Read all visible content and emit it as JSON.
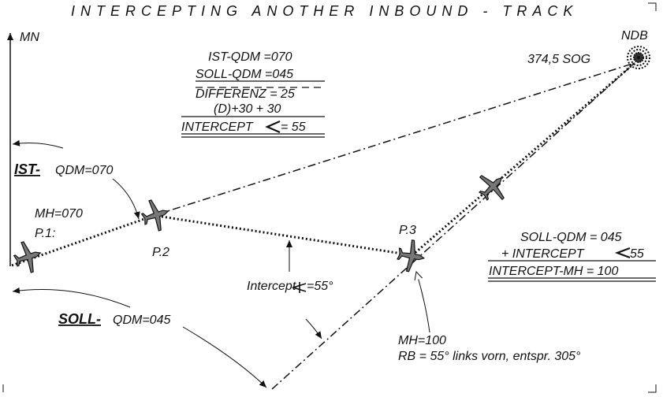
{
  "title": "INTERCEPTING ANOTHER INBOUND - TRACK",
  "north_label": "MN",
  "ndb": {
    "label": "NDB",
    "soq": "374,5 SOG"
  },
  "calc_top": {
    "line1": "IST-QDM =070",
    "line2": "SOLL-QDM =045",
    "line3": "DIFFERENZ = 25",
    "line4": "(D)+30   + 30",
    "line5": "INTERCEPT",
    "line5_tail": " = 55"
  },
  "ist": {
    "bold": "IST-",
    "rest": " QDM=070"
  },
  "soll": {
    "bold": "SOLL-",
    "rest": " QDM=045"
  },
  "positions": {
    "mh070": "MH=070",
    "p1": "P.1:",
    "p2": "P.2",
    "p3": "P.3"
  },
  "intercept_angle": {
    "prefix": "Intercept",
    "suffix": " =55°"
  },
  "calc_right": {
    "line1": "SOLL-QDM = 045",
    "line2": "+  INTERCEPT",
    "line2_tail": " 55",
    "line3": "INTERCEPT-MH = 100"
  },
  "bottom": {
    "mh100": "MH=100",
    "rb": "RB = 55° links vorn, entspr. 305°"
  }
}
